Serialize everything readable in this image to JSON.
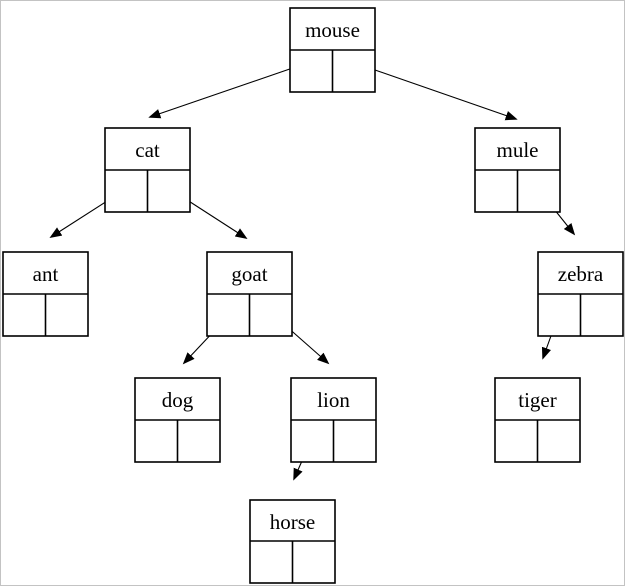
{
  "diagram": {
    "type": "binary-search-tree",
    "nodes": [
      {
        "label": "mouse"
      },
      {
        "label": "cat"
      },
      {
        "label": "mule"
      },
      {
        "label": "ant"
      },
      {
        "label": "goat"
      },
      {
        "label": "zebra"
      },
      {
        "label": "dog"
      },
      {
        "label": "lion"
      },
      {
        "label": "tiger"
      },
      {
        "label": "horse"
      }
    ],
    "edges": [
      {
        "from": "mouse",
        "slot": "left",
        "to": "cat"
      },
      {
        "from": "mouse",
        "slot": "right",
        "to": "mule"
      },
      {
        "from": "cat",
        "slot": "left",
        "to": "ant"
      },
      {
        "from": "cat",
        "slot": "right",
        "to": "goat"
      },
      {
        "from": "mule",
        "slot": "right",
        "to": "zebra"
      },
      {
        "from": "goat",
        "slot": "left",
        "to": "dog"
      },
      {
        "from": "goat",
        "slot": "right",
        "to": "lion"
      },
      {
        "from": "zebra",
        "slot": "left",
        "to": "tiger"
      },
      {
        "from": "lion",
        "slot": "left",
        "to": "horse"
      }
    ],
    "colors": {
      "node_stroke": "#000000",
      "edge_stroke": "#000000",
      "background": "#ffffff",
      "canvas_border": "#c3c3c3"
    }
  }
}
